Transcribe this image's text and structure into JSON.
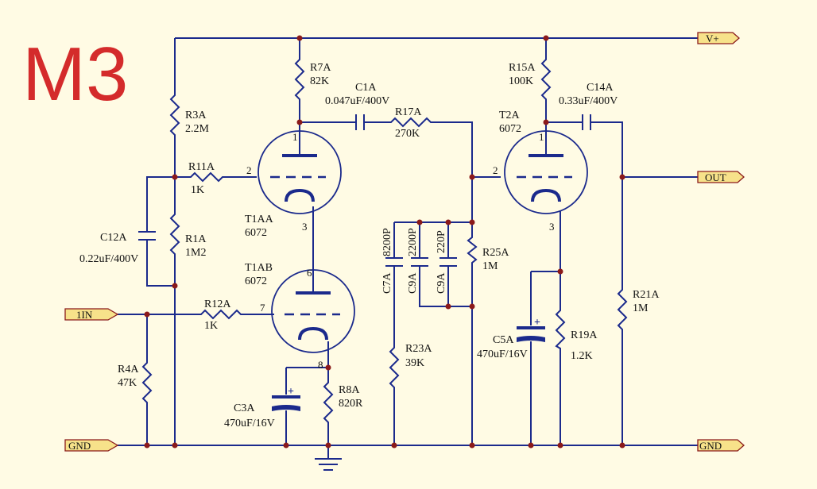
{
  "title": "M3",
  "ports": {
    "vplus": "V+",
    "out": "OUT",
    "in": "1IN",
    "gnd_left": "GND",
    "gnd_right": "GND"
  },
  "components": {
    "R7A": {
      "ref": "R7A",
      "value": "82K"
    },
    "R3A": {
      "ref": "R3A",
      "value": "2.2M"
    },
    "C1A": {
      "ref": "C1A",
      "value": "0.047uF/400V"
    },
    "R17A": {
      "ref": "R17A",
      "value": "270K"
    },
    "R15A": {
      "ref": "R15A",
      "value": "100K"
    },
    "C14A": {
      "ref": "C14A",
      "value": "0.33uF/400V"
    },
    "T2A": {
      "ref": "T2A",
      "value": "6072"
    },
    "R11A": {
      "ref": "R11A",
      "value": "1K"
    },
    "T1AA": {
      "ref": "T1AA",
      "value": "6072"
    },
    "C12A": {
      "ref": "C12A",
      "value": "0.22uF/400V"
    },
    "R1A": {
      "ref": "R1A",
      "value": "1M2"
    },
    "T1AB": {
      "ref": "T1AB",
      "value": "6072"
    },
    "R12A": {
      "ref": "R12A",
      "value": "1K"
    },
    "R4A": {
      "ref": "R4A",
      "value": "47K"
    },
    "R8A": {
      "ref": "R8A",
      "value": "820R"
    },
    "C3A": {
      "ref": "C3A",
      "value": "470uF/16V"
    },
    "C7A": {
      "ref": "C7A",
      "value": "8200P"
    },
    "C9A_1": {
      "ref": "C9A",
      "value": "2200P"
    },
    "C9A_2": {
      "ref": "C9A",
      "value": "220P"
    },
    "R25A": {
      "ref": "R25A",
      "value": "1M"
    },
    "R23A": {
      "ref": "R23A",
      "value": "39K"
    },
    "C5A": {
      "ref": "C5A",
      "value": "470uF/16V"
    },
    "R19A": {
      "ref": "R19A",
      "value": "1.2K"
    },
    "R21A": {
      "ref": "R21A",
      "value": "1M"
    }
  },
  "pins": {
    "t1aa_plate": "1",
    "t1aa_grid": "2",
    "t1aa_cathode": "3",
    "t1ab_plate": "6",
    "t1ab_grid": "7",
    "t1ab_cathode": "8",
    "t2a_plate": "1",
    "t2a_grid": "2",
    "t2a_cathode": "3"
  }
}
